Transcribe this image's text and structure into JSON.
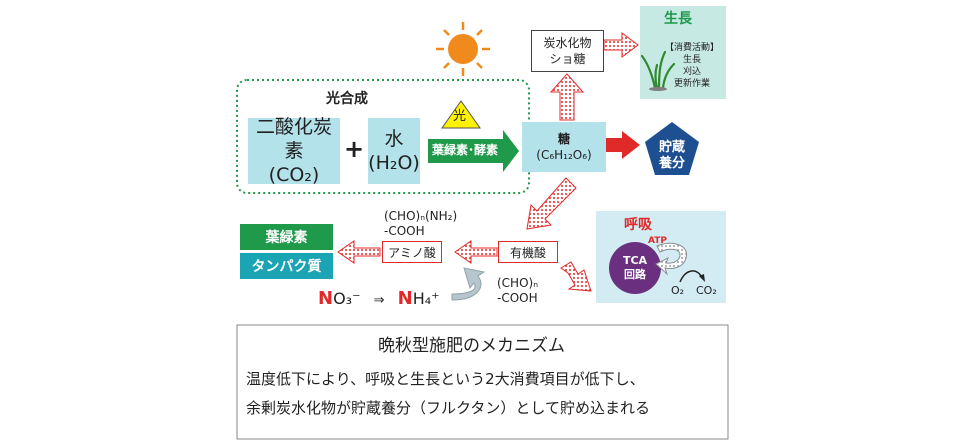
{
  "photosynthesis": {
    "title": "光合成",
    "co2_name": "二酸化炭素",
    "co2_formula": "(CO₂)",
    "plus": "+",
    "water_name": "水",
    "water_formula": "(H₂O)",
    "light_label": "光",
    "enzyme_label": "葉緑素･酵素"
  },
  "sugar": {
    "name": "糖",
    "formula": "(C₆H₁₂O₆)"
  },
  "storage": {
    "line1": "貯蔵",
    "line2": "養分"
  },
  "carbohydrate": {
    "line1": "炭水化物",
    "line2": "ショ糖"
  },
  "growth": {
    "title": "生長",
    "items": [
      "【消費活動】",
      "生長",
      "刈込",
      "更新作業"
    ]
  },
  "organic_acid": {
    "label": "有機酸",
    "formula_line1": "(CHO)ₙ",
    "formula_line2": "-COOH"
  },
  "amino_acid": {
    "label": "アミノ酸",
    "formula_line1": "(CHO)ₙ(NH₂)",
    "formula_line2": "-COOH"
  },
  "outputs": {
    "chlorophyll": "葉緑素",
    "protein": "タンパク質"
  },
  "nitrogen": {
    "nitrate_n": "N",
    "nitrate_rest": "O₃⁻",
    "arrow": "⇒",
    "ammonium_n": "N",
    "ammonium_rest": "H₄⁺"
  },
  "respiration": {
    "title": "呼吸",
    "atp": "ATP",
    "tca_line1": "TCA",
    "tca_line2": "回路",
    "o2": "O₂",
    "co2": "CO₂"
  },
  "mechanism": {
    "title": "晩秋型施肥のメカニズム",
    "line1": "温度低下により、呼吸と生長という2大消費項目が低下し、",
    "line2": "余剰炭水化物が貯蔵養分（フルクタン）として貯め込まれる"
  },
  "colors": {
    "green": "#1e9a4a",
    "teal": "#1aa4b4",
    "red": "#e02a2a",
    "navy": "#1d4f91",
    "lightblue": "#b3e2ea",
    "sun": "#f08a1c",
    "yellow": "#fff200"
  }
}
